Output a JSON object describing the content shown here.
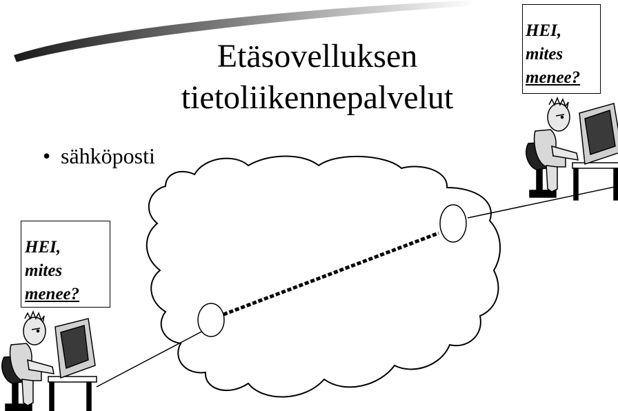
{
  "slide": {
    "title_line1": "Etäsovelluksen",
    "title_line2": "tietoliikennepalvelut",
    "bullet": "sähköposti"
  },
  "notes": {
    "right": {
      "line1": "HEI,",
      "line2": "mites",
      "line3": "menee?"
    },
    "left": {
      "line1": "HEI,",
      "line2": "mites",
      "line3": "menee?"
    }
  }
}
